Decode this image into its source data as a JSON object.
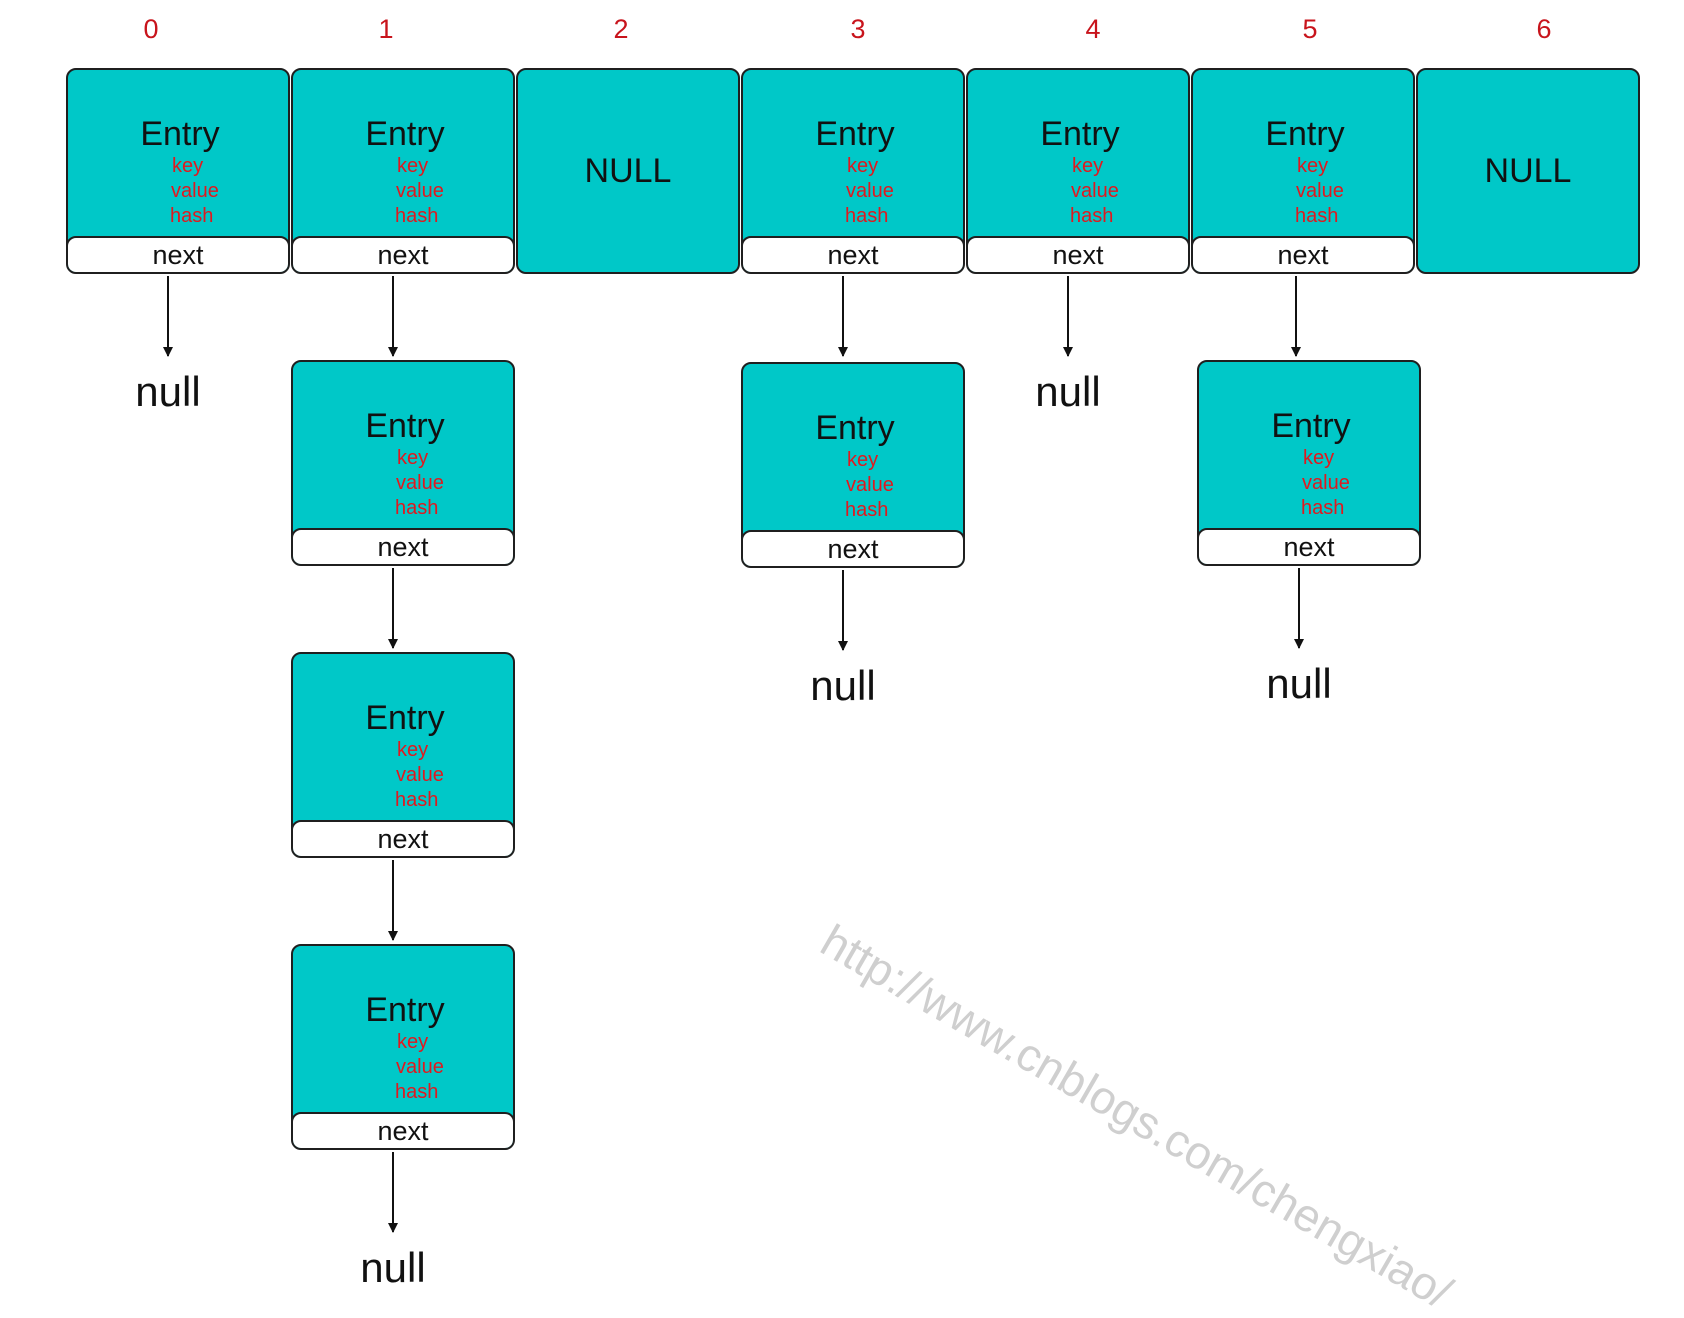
{
  "labels": {
    "entry": "Entry",
    "key": "key",
    "value": "value",
    "hash": "hash",
    "next": "next",
    "empty_bucket": "NULL",
    "null_terminal": "null"
  },
  "buckets": [
    {
      "index": "0",
      "empty": false,
      "chain_length": 1
    },
    {
      "index": "1",
      "empty": false,
      "chain_length": 4
    },
    {
      "index": "2",
      "empty": true,
      "chain_length": 0
    },
    {
      "index": "3",
      "empty": false,
      "chain_length": 2
    },
    {
      "index": "4",
      "empty": false,
      "chain_length": 1
    },
    {
      "index": "5",
      "empty": false,
      "chain_length": 2
    },
    {
      "index": "6",
      "empty": true,
      "chain_length": 0
    }
  ],
  "watermark": "http://www.cnblogs.com/chengxiao/",
  "colors": {
    "entry_fill": "#00c8c8",
    "field_text": "#e0191f",
    "index_text": "#c8141c",
    "outline": "#1f1f1f",
    "watermark": "#cfcfcf"
  }
}
